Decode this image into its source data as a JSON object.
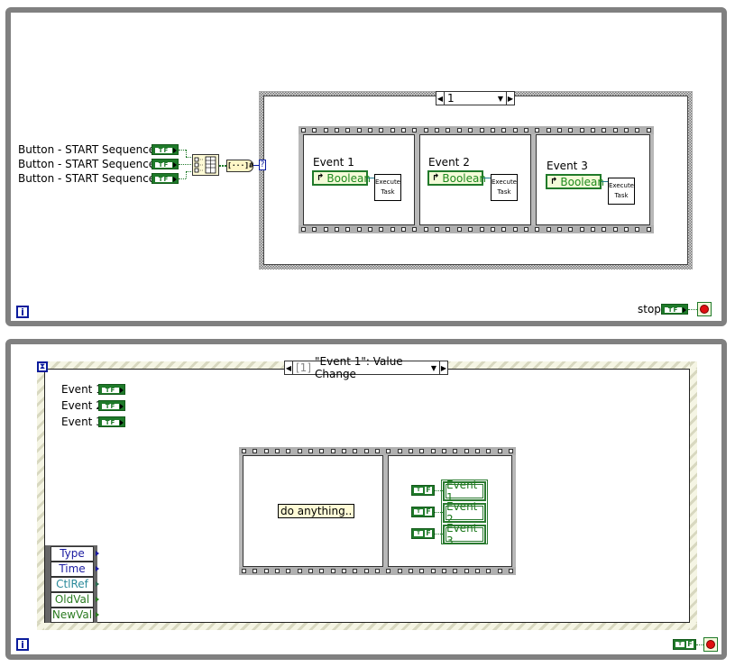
{
  "top_loop": {
    "iteration_icon": "iteration-terminal-icon",
    "iteration_glyph": "i",
    "controls": [
      {
        "label": "Button - START Sequence 1",
        "terminal": "TF"
      },
      {
        "label": "Button - START Sequence 2",
        "terminal": "TF"
      },
      {
        "label": "Button - START Sequence 3",
        "terminal": "TF"
      }
    ],
    "build_array_icon": "build-array-icon",
    "boolean_array_to_number_glyph": "[···]#",
    "selector_glyph": "?",
    "case_structure": {
      "selected_case": "1",
      "arrow_left": "◀",
      "arrow_right": "▶",
      "dropdown": "▼"
    },
    "sequence_frames": [
      {
        "event_label": "Event 1",
        "ref_label": "Boolean",
        "subvi_line1": "Execute",
        "subvi_line2": "Task"
      },
      {
        "event_label": "Event 2",
        "ref_label": "Boolean",
        "subvi_line1": "Execute",
        "subvi_line2": "Task"
      },
      {
        "event_label": "Event 3",
        "ref_label": "Boolean",
        "subvi_line1": "Execute",
        "subvi_line2": "Task"
      }
    ],
    "ref_glyph": "↱",
    "stop": {
      "label": "stop",
      "terminal": "TF"
    }
  },
  "bottom_loop": {
    "iteration_glyph": "i",
    "timeout_glyph": "⧗",
    "event_selector": {
      "index": "[1]",
      "text": "\"Event 1\": Value Change",
      "arrow_left": "◀",
      "arrow_right": "▶",
      "dropdown": "▼"
    },
    "event_terminals": [
      {
        "label": "Event 1",
        "terminal": "TF"
      },
      {
        "label": "Event 2",
        "terminal": "TF"
      },
      {
        "label": "Event 3",
        "terminal": "TF"
      }
    ],
    "event_data_node": [
      {
        "label": "Type",
        "color": "#1a1aa0"
      },
      {
        "label": "Time",
        "color": "#1a1aa0"
      },
      {
        "label": "CtlRef",
        "color": "#2a8a9a"
      },
      {
        "label": "OldVal",
        "color": "#2a7a20"
      },
      {
        "label": "NewVal",
        "color": "#2a7a20"
      }
    ],
    "sequence": {
      "frame1_note": "do anything..",
      "false_constant_glyph_t": "T",
      "false_constant_glyph_f": "F",
      "local_variables": [
        "Event 1",
        "Event 2",
        "Event 3"
      ]
    },
    "stop_constant": "F"
  },
  "colors": {
    "loop_border": "#808080",
    "boolean_green": "#1f7a2a",
    "iteration_blue": "#0a1c9c",
    "stop_red": "#e01010"
  }
}
